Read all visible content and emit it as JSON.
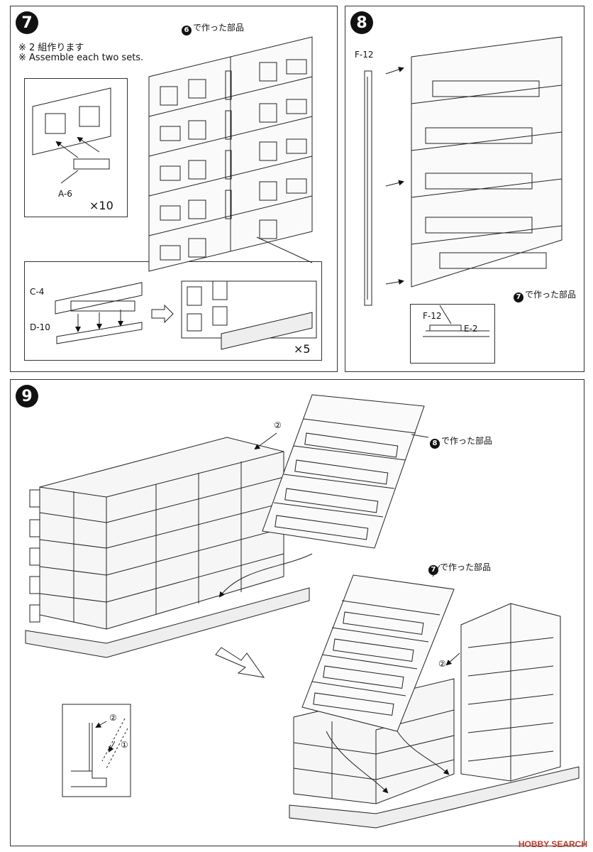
{
  "step7": {
    "number": "7",
    "note_jp": "※ 2 組作ります",
    "note_en": "※ Assemble each two sets.",
    "ref_label": "で作った部品",
    "ref_step": "6",
    "part_a": "A-6",
    "mult_a": "×10",
    "part_c": "C-4",
    "part_d": "D-10",
    "mult_b": "×5"
  },
  "step8": {
    "number": "8",
    "part_f": "F-12",
    "ref_label": "で作った部品",
    "ref_step": "7",
    "detail_f": "F-12",
    "detail_e": "E-2"
  },
  "step9": {
    "number": "9",
    "ref8_step": "8",
    "ref8_label": "で作った部品",
    "ref7_step": "7",
    "ref7_label": "で作った部品",
    "order_1": "①",
    "order_2": "②"
  },
  "watermark": "HOBBY SEARCH"
}
